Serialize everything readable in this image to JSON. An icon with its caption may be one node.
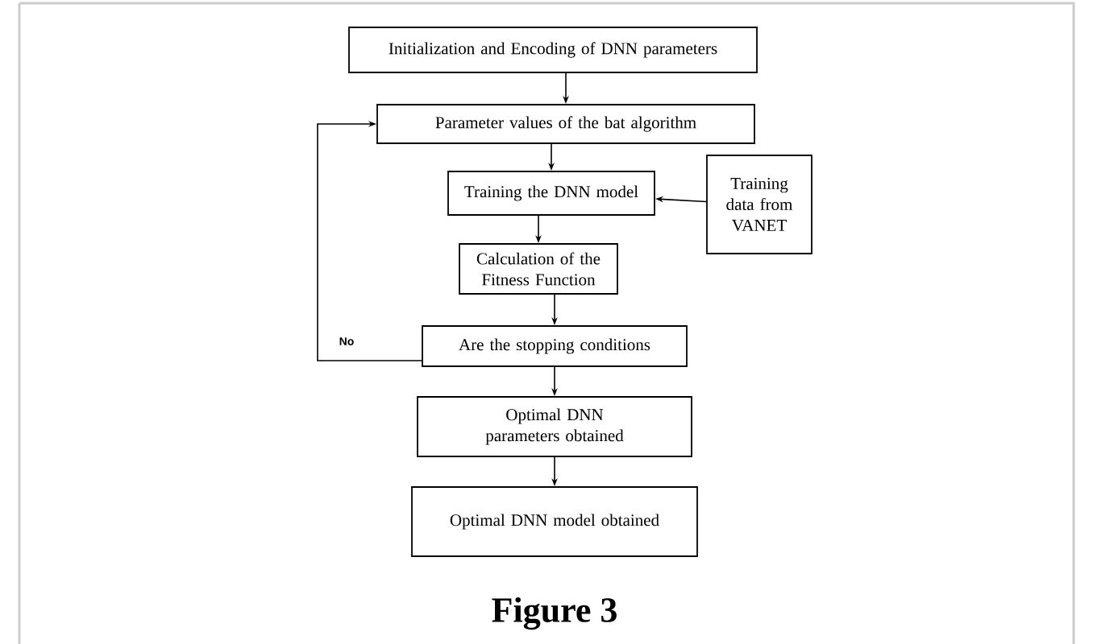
{
  "diagram": {
    "caption": "Figure 3",
    "nodes": [
      {
        "text": [
          "Initialization and Encoding of DNN parameters"
        ]
      },
      {
        "text": [
          "Parameter values of the bat algorithm"
        ]
      },
      {
        "text": [
          "Training the DNN model"
        ]
      },
      {
        "text": [
          "Training data from VANET"
        ]
      },
      {
        "text": [
          "Calculation of the Fitness Function"
        ]
      },
      {
        "text": [
          "Are the stopping conditions"
        ]
      },
      {
        "text": [
          "Optimal DNN parameters obtained"
        ]
      },
      {
        "text": [
          "Optimal DNN model obtained"
        ]
      }
    ],
    "edges": [
      {
        "from": 0,
        "to": 1,
        "arrow": "to"
      },
      {
        "from": 1,
        "to": 2,
        "arrow": "to"
      },
      {
        "from": 3,
        "to": 2,
        "arrow": "to"
      },
      {
        "from": 2,
        "to": 4,
        "arrow": "to"
      },
      {
        "from": 4,
        "to": 5,
        "arrow": "to"
      },
      {
        "from": 5,
        "to": 1,
        "arrow": "to",
        "label": "No"
      },
      {
        "from": 5,
        "to": 6,
        "arrow": "to"
      },
      {
        "from": 6,
        "to": 7,
        "arrow": "to"
      }
    ]
  }
}
